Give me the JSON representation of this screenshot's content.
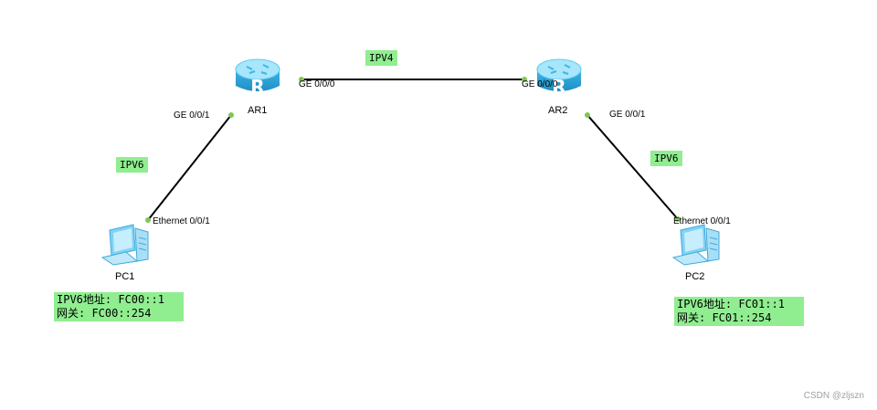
{
  "devices": {
    "ar1": {
      "label": "AR1",
      "icon": "router-icon"
    },
    "ar2": {
      "label": "AR2",
      "icon": "router-icon"
    },
    "pc1": {
      "label": "PC1",
      "icon": "pc-icon"
    },
    "pc2": {
      "label": "PC2",
      "icon": "pc-icon"
    }
  },
  "ports": {
    "ar1_ge000": "GE 0/0/0",
    "ar2_ge000": "GE 0/0/0",
    "ar1_ge001": "GE 0/0/1",
    "ar2_ge001": "GE 0/0/1",
    "pc1_eth": "Ethernet 0/0/1",
    "pc2_eth": "Ethernet 0/0/1"
  },
  "tags": {
    "ipv4": "IPV4",
    "ipv6_left": "IPV6",
    "ipv6_right": "IPV6"
  },
  "notes": {
    "pc1": {
      "line1": "IPV6地址: FC00::1",
      "line2": "网关: FC00::254"
    },
    "pc2": {
      "line1": "IPV6地址: FC01::1",
      "line2": "网关: FC01::254"
    }
  },
  "watermark": "CSDN @zljszn",
  "colors": {
    "link": "#000000",
    "port_dot": "#7ec850",
    "tag_bg": "#90ee90",
    "router_body": "#5cc8f0",
    "router_top": "#a8e6fb"
  }
}
